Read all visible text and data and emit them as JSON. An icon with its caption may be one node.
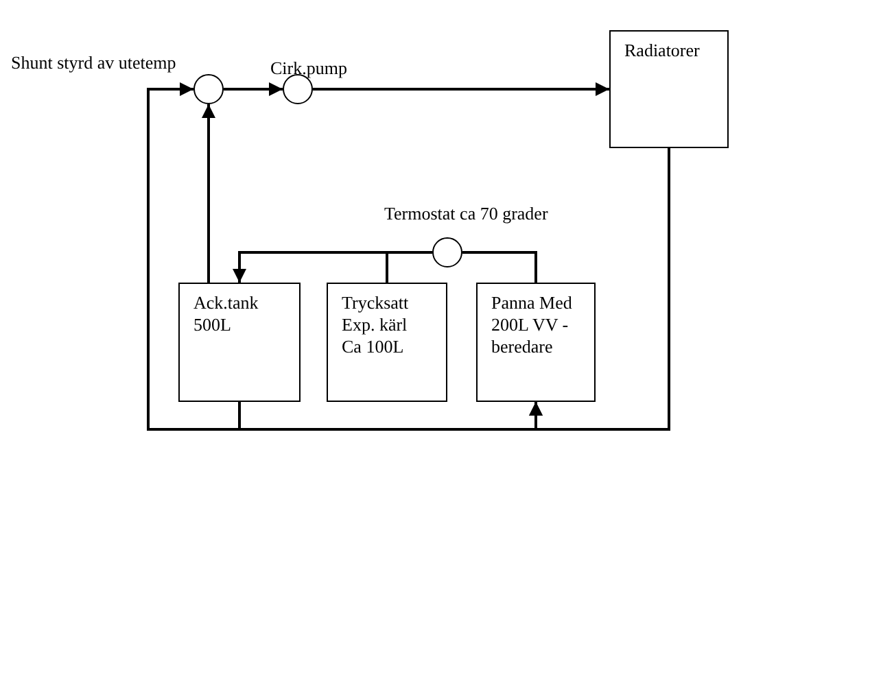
{
  "diagram": {
    "nodes": [
      {
        "text": [],
        "shape": "circle",
        "beside": [
          "Shunt styrd av utetemp"
        ]
      },
      {
        "text": [],
        "shape": "circle",
        "beside": [
          "Cirk.pump"
        ]
      },
      {
        "text": [
          "Radiatorer"
        ]
      },
      {
        "text": [],
        "shape": "circle",
        "beside": [
          "Termostat ca 70 grader"
        ]
      },
      {
        "text": [
          "Ack.tank 500L"
        ]
      },
      {
        "text": [
          "Trycksatt Exp. kärl Ca 100L"
        ]
      },
      {
        "text": [
          "Panna Med 200L VV - beredare"
        ]
      }
    ],
    "edges": [
      {
        "from": 0,
        "to": 1,
        "arrow": "to"
      },
      {
        "from": 1,
        "to": 2,
        "arrow": "to"
      },
      {
        "from": 4,
        "to": 0,
        "arrow": "to"
      },
      {
        "from": 2,
        "to": 0,
        "arrow": "to"
      },
      {
        "from": 2,
        "to": 6,
        "arrow": "to"
      },
      {
        "from": 4,
        "to": 6,
        "arrow": "to"
      },
      {
        "from": 6,
        "to": 3,
        "arrow": "none"
      },
      {
        "from": 3,
        "to": 4,
        "arrow": "to"
      },
      {
        "from": 5,
        "to": 4,
        "arrow": "none"
      }
    ]
  }
}
